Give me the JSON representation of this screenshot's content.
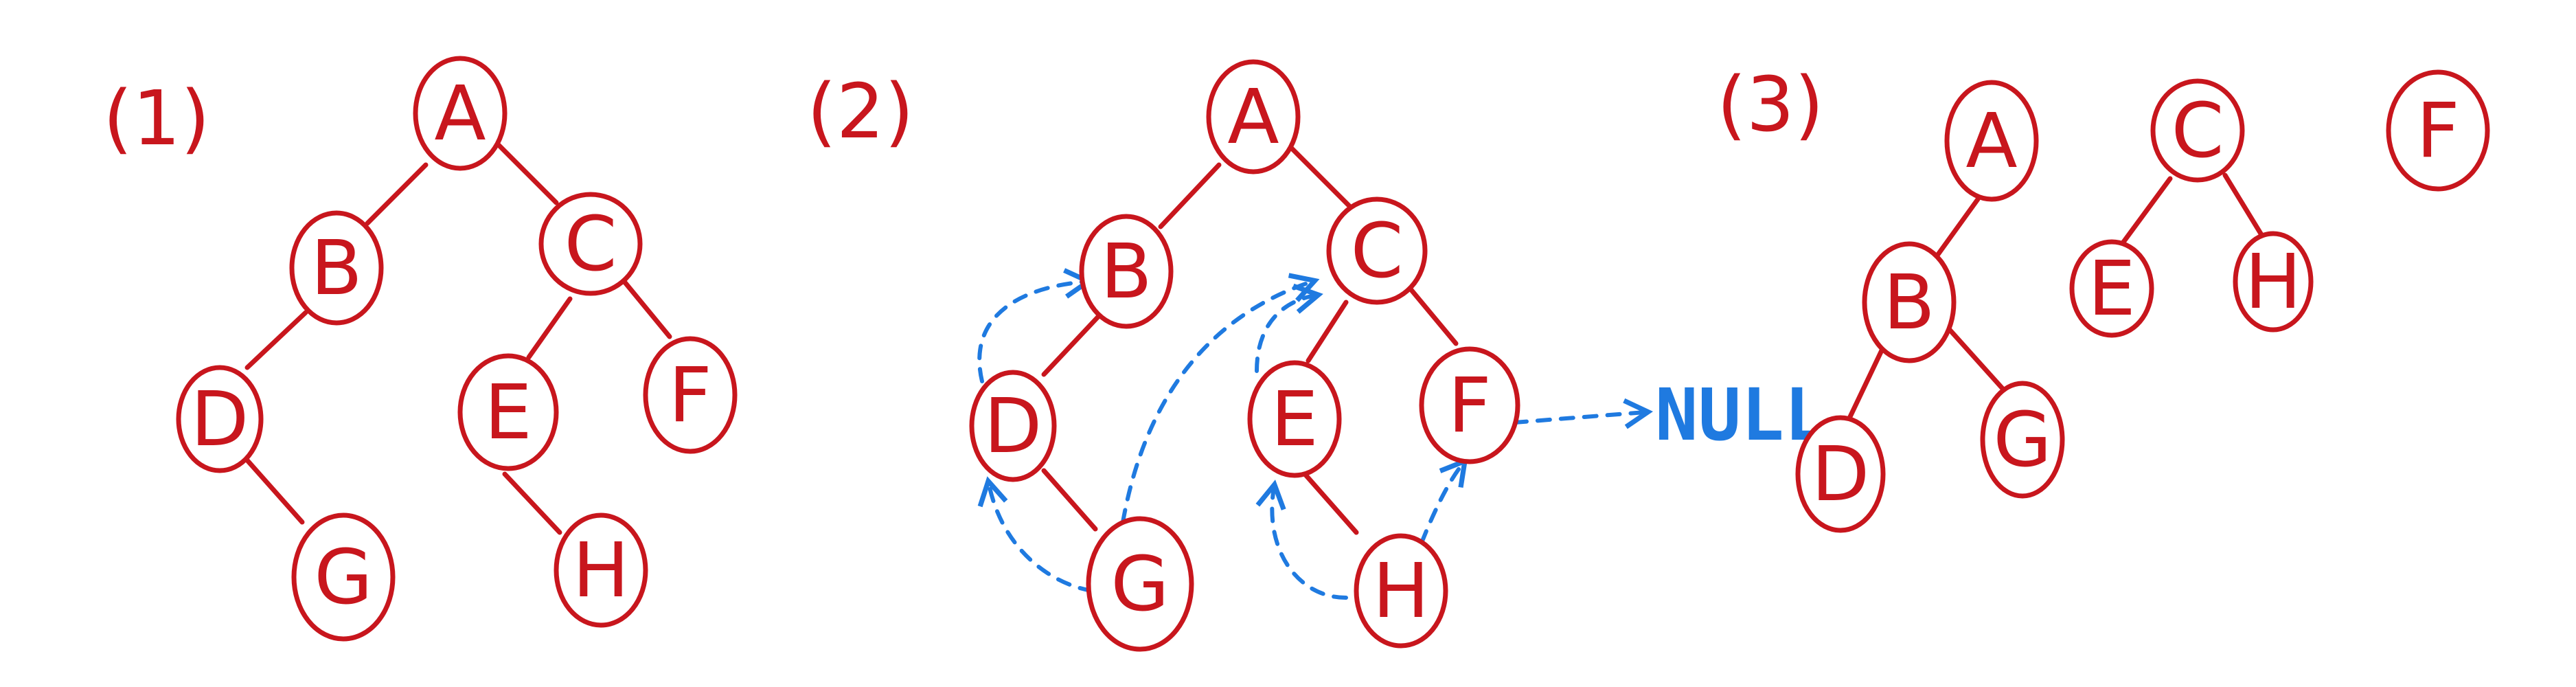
{
  "panels": [
    {
      "label": "(1)"
    },
    {
      "label": "(2)"
    },
    {
      "label": "(3)"
    }
  ],
  "nodes": {
    "A": "A",
    "B": "B",
    "C": "C",
    "D": "D",
    "E": "E",
    "F": "F",
    "G": "G",
    "H": "H"
  },
  "null_label": "NULL",
  "colors": {
    "tree": "#c8161d",
    "thread": "#1f7ae0"
  }
}
